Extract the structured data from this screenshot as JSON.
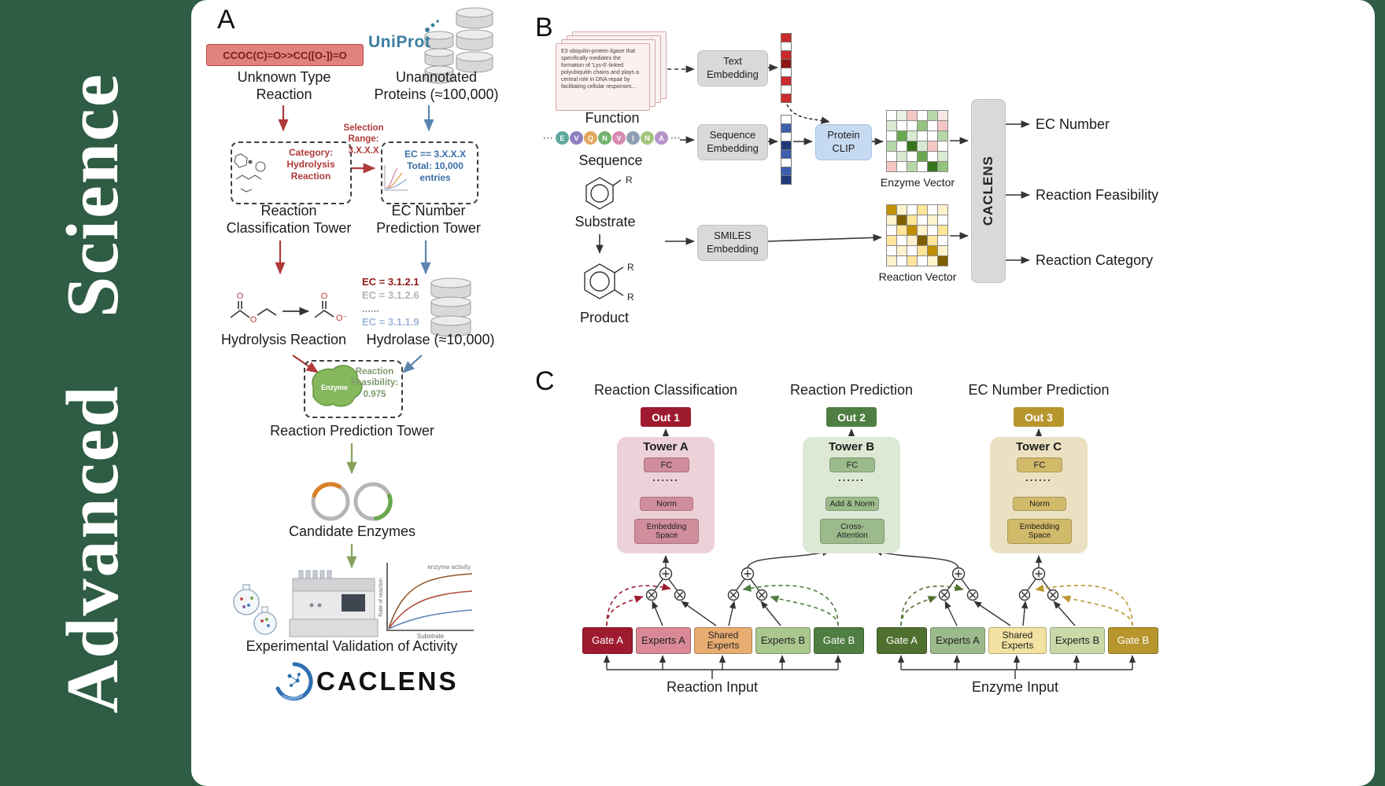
{
  "journal": {
    "name": "Advanced Science"
  },
  "panelA": {
    "label": "A",
    "smiles": "CCOC(C)=O>>CC([O-])=O",
    "unknown_reaction": "Unknown Type\nReaction",
    "uniprot": "UniProt",
    "unannotated": "Unannotated\nProteins (≈100,000)",
    "selection_range": "Selection\nRange:\n3.X.X.X",
    "category_box": "Category:\nHydrolysis\nReaction",
    "ec_box": "EC == 3.X.X.X\nTotal: 10,000\nentries",
    "classification_tower": "Reaction\nClassification Tower",
    "ec_tower": "EC Number\nPrediction Tower",
    "hydrolysis_reaction": "Hydrolysis Reaction",
    "ec_list": [
      {
        "text": "EC = 3.1.2.1",
        "color": "#8f1a1a"
      },
      {
        "text": "EC = 3.1.2.6",
        "color": "#b3b3b3"
      },
      {
        "text": "......",
        "color": "#999999"
      },
      {
        "text": "EC = 3.1.1.9",
        "color": "#9db7d8"
      }
    ],
    "hydrolase": "Hydrolase (≈10,000)",
    "enzyme": "Enzyme",
    "feasibility": "Reaction\nFeasibility:\n0.975",
    "prediction_tower": "Reaction Prediction Tower",
    "candidate_enzymes": "Candidate Enzymes",
    "plot": {
      "legend": "enzyme activity",
      "xlabel": "Substrate",
      "ylabel": "Rate of reaction"
    },
    "validation": "Experimental Validation of Activity",
    "logo": "CACLENS",
    "atom_o": "O",
    "atom_o_minus": "O⁻"
  },
  "panelB": {
    "label": "B",
    "function_text": "E3 ubiquitin-protein ligase that specifically mediates the formation of 'Lys-6'-linked polyubiquitin chains and plays a central role in DNA repair by facilitating cellular responses...",
    "function_label": "Function",
    "seq_dots": "···",
    "residues": [
      {
        "letter": "E",
        "color": "#5fa8a0"
      },
      {
        "letter": "V",
        "color": "#8d7fc0"
      },
      {
        "letter": "Q",
        "color": "#e2a65b"
      },
      {
        "letter": "N",
        "color": "#74b36e"
      },
      {
        "letter": "V",
        "color": "#d88ab3"
      },
      {
        "letter": "I",
        "color": "#8f9fb3"
      },
      {
        "letter": "N",
        "color": "#a4c47e"
      },
      {
        "letter": "A",
        "color": "#b393c9"
      }
    ],
    "sequence_label": "Sequence",
    "substrate_label": "Substrate",
    "product_label": "Product",
    "r_label": "R",
    "boxes": {
      "text_embedding": "Text\nEmbedding",
      "sequence_embedding": "Sequence\nEmbedding",
      "smiles_embedding": "SMILES\nEmbedding",
      "protein_clip": "Protein\nCLIP"
    },
    "vectors": {
      "text": [
        "#cc2a2a",
        "#ffffff",
        "#cc2a2a",
        "#8f1515",
        "#ffffff",
        "#cc2a2a",
        "#ffffff",
        "#cc2a2a"
      ],
      "sequence": [
        "#ffffff",
        "#3c5fae",
        "#ffffff",
        "#1f3a7a",
        "#3c5fae",
        "#ffffff",
        "#3c5fae",
        "#1f3a7a"
      ]
    },
    "matrices": {
      "enzyme": [
        [
          "#ffffff",
          "#e8f0e0",
          "#f4c7c3",
          "#ffffff",
          "#b6d7a8",
          "#f7e6e4"
        ],
        [
          "#d9ead3",
          "#ffffff",
          "#ffffff",
          "#93c47d",
          "#ffffff",
          "#f4c7c3"
        ],
        [
          "#ffffff",
          "#6aa84f",
          "#d9ead3",
          "#ffffff",
          "#ffffff",
          "#b6d7a8"
        ],
        [
          "#b6d7a8",
          "#ffffff",
          "#38761d",
          "#d9ead3",
          "#f4c7c3",
          "#ffffff"
        ],
        [
          "#ffffff",
          "#d9ead3",
          "#ffffff",
          "#6aa84f",
          "#ffffff",
          "#d9ead3"
        ],
        [
          "#f4c7c3",
          "#ffffff",
          "#b6d7a8",
          "#ffffff",
          "#38761d",
          "#93c47d"
        ]
      ],
      "reaction": [
        [
          "#bf9000",
          "#fff2cc",
          "#ffffff",
          "#ffe599",
          "#ffffff",
          "#fff2cc"
        ],
        [
          "#fff2cc",
          "#7f6000",
          "#ffe599",
          "#ffffff",
          "#fff2cc",
          "#ffffff"
        ],
        [
          "#ffffff",
          "#ffe599",
          "#bf9000",
          "#fff2cc",
          "#ffffff",
          "#ffe599"
        ],
        [
          "#ffe599",
          "#ffffff",
          "#fff2cc",
          "#7f6000",
          "#ffe599",
          "#ffffff"
        ],
        [
          "#ffffff",
          "#fff2cc",
          "#ffffff",
          "#ffe599",
          "#bf9000",
          "#fff2cc"
        ],
        [
          "#fff2cc",
          "#ffffff",
          "#ffe599",
          "#ffffff",
          "#fff2cc",
          "#7f6000"
        ]
      ]
    },
    "enzyme_vector_label": "Enzyme Vector",
    "reaction_vector_label": "Reaction Vector",
    "caclens": "CACLENS",
    "outputs": [
      "EC Number",
      "Reaction Feasibility",
      "Reaction Category"
    ]
  },
  "panelC": {
    "label": "C",
    "towers": [
      {
        "column_title": "Reaction Classification",
        "out_label": "Out 1",
        "out_bg": "#9e1b2f",
        "title": "Tower A",
        "bg": "#ecd2d8",
        "box_bg": "#d08d9c",
        "fc": "FC",
        "dots": "......",
        "mid": "Norm",
        "bottom": "Embedding\nSpace"
      },
      {
        "column_title": "Reaction Prediction",
        "out_label": "Out 2",
        "out_bg": "#4e7e41",
        "title": "Tower B",
        "bg": "#dde8d5",
        "box_bg": "#9cbb8c",
        "fc": "FC",
        "dots": "......",
        "mid": "Add & Norm",
        "bottom": "Cross-\nAttention"
      },
      {
        "column_title": "EC Number Prediction",
        "out_label": "Out 3",
        "out_bg": "#b8962e",
        "title": "Tower C",
        "bg": "#ebe1c2",
        "box_bg": "#d1ba6a",
        "fc": "FC",
        "dots": "......",
        "mid": "Norm",
        "bottom": "Embedding\nSpace"
      }
    ],
    "moe": {
      "left": [
        {
          "label": "Gate A",
          "bg": "#9e1b2f",
          "fg": "#ffffff"
        },
        {
          "label": "Experts A",
          "bg": "#d98a96",
          "fg": "#222222"
        },
        {
          "label": "Shared\nExperts",
          "bg": "#e9ad72",
          "fg": "#222222"
        },
        {
          "label": "Experts B",
          "bg": "#aac78e",
          "fg": "#222222"
        },
        {
          "label": "Gate B",
          "bg": "#4e7e41",
          "fg": "#ffffff"
        }
      ],
      "right": [
        {
          "label": "Gate A",
          "bg": "#50702f",
          "fg": "#ffffff"
        },
        {
          "label": "Experts A",
          "bg": "#9cbb8c",
          "fg": "#222222"
        },
        {
          "label": "Shared\nExperts",
          "bg": "#f3e3a2",
          "fg": "#222222"
        },
        {
          "label": "Experts B",
          "bg": "#c9d9a8",
          "fg": "#222222"
        },
        {
          "label": "Gate B",
          "bg": "#b8962e",
          "fg": "#ffffff"
        }
      ],
      "reaction_input": "Reaction Input",
      "enzyme_input": "Enzyme Input"
    }
  }
}
